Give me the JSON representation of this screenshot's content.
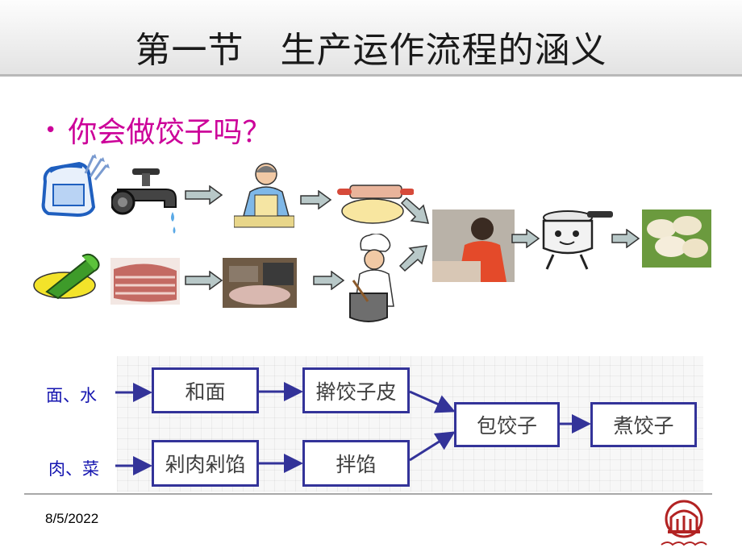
{
  "slide": {
    "title": "第一节　生产运作流程的涵义",
    "bullet": "你会做饺子吗？",
    "date": "8/5/2022"
  },
  "images": [
    "flour-bag",
    "faucet",
    "kneading-woman",
    "rolling-pin-dough",
    "vegetable",
    "raw-meat",
    "chopping-meat",
    "chef-stirring-pot",
    "person-wrapping",
    "cartoon-pot",
    "dumplings-plate"
  ],
  "flowchart": {
    "inputs": [
      "面、水",
      "肉、菜"
    ],
    "steps": [
      "和面",
      "擀饺子皮",
      "剁肉剁馅",
      "拌馅",
      "包饺子",
      "煮饺子"
    ]
  },
  "colors": {
    "bullet": "#cc0099",
    "box_border": "#333399",
    "label": "#1515b0",
    "logo": "#b22222"
  }
}
